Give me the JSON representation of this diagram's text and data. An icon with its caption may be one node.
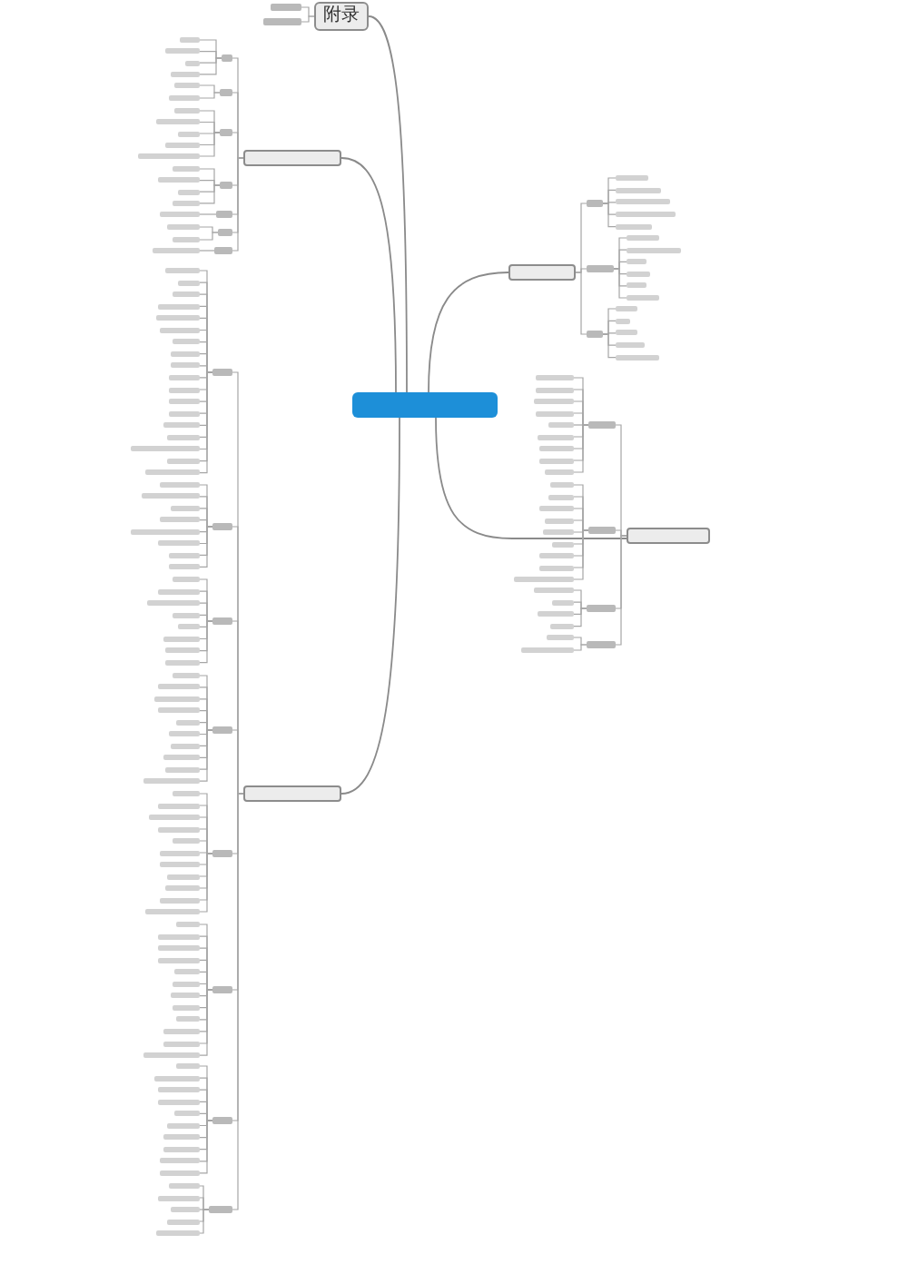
{
  "diagram": {
    "nodes": [
      {
        "text": [],
        "shape": "box"
      },
      {
        "text": [],
        "shape": "box"
      },
      {
        "text": [],
        "shape": "bar"
      },
      {
        "text": [],
        "shape": "bar"
      },
      {
        "text": [],
        "shape": "bar"
      },
      {
        "text": [],
        "shape": "bar"
      },
      {
        "text": [],
        "shape": "bar"
      },
      {
        "text": [],
        "shape": "bar"
      },
      {
        "text": [],
        "shape": "bar"
      },
      {
        "text": [],
        "shape": "bar"
      },
      {
        "text": [],
        "shape": "bar"
      },
      {
        "text": [],
        "shape": "bar"
      },
      {
        "text": [],
        "shape": "bar"
      },
      {
        "text": [],
        "shape": "bar"
      },
      {
        "text": [],
        "shape": "bar"
      },
      {
        "text": [],
        "shape": "bar"
      },
      {
        "text": [],
        "shape": "bar"
      },
      {
        "text": [],
        "shape": "bar"
      },
      {
        "text": [],
        "shape": "bar"
      },
      {
        "text": [],
        "shape": "bar"
      },
      {
        "text": [],
        "shape": "bar"
      },
      {
        "text": [],
        "shape": "box"
      },
      {
        "text": [],
        "shape": "bar"
      },
      {
        "text": [],
        "shape": "bar"
      },
      {
        "text": [],
        "shape": "bar"
      },
      {
        "text": [],
        "shape": "bar"
      },
      {
        "text": [],
        "shape": "bar"
      },
      {
        "text": [],
        "shape": "bar"
      },
      {
        "text": [],
        "shape": "bar"
      },
      {
        "text": [],
        "shape": "bar"
      },
      {
        "text": [],
        "shape": "bar"
      },
      {
        "text": [],
        "shape": "bar"
      },
      {
        "text": [],
        "shape": "bar"
      },
      {
        "text": [],
        "shape": "bar"
      },
      {
        "text": [],
        "shape": "bar"
      },
      {
        "text": [],
        "shape": "bar"
      },
      {
        "text": [],
        "shape": "bar"
      },
      {
        "text": [],
        "shape": "bar"
      },
      {
        "text": [],
        "shape": "bar"
      },
      {
        "text": [],
        "shape": "bar"
      },
      {
        "text": [],
        "shape": "bar"
      },
      {
        "text": [],
        "shape": "bar"
      },
      {
        "text": [],
        "shape": "bar"
      },
      {
        "text": [],
        "shape": "bar"
      },
      {
        "text": [],
        "shape": "bar"
      },
      {
        "text": [],
        "shape": "bar"
      },
      {
        "text": [],
        "shape": "bar"
      },
      {
        "text": [],
        "shape": "bar"
      },
      {
        "text": [],
        "shape": "bar"
      },
      {
        "text": [],
        "shape": "bar"
      },
      {
        "text": [],
        "shape": "box"
      },
      {
        "text": [],
        "shape": "bar"
      },
      {
        "text": [],
        "shape": "bar"
      },
      {
        "text": [],
        "shape": "bar"
      },
      {
        "text": [],
        "shape": "bar"
      },
      {
        "text": [],
        "shape": "bar"
      },
      {
        "text": [],
        "shape": "bar"
      },
      {
        "text": [],
        "shape": "bar"
      },
      {
        "text": [],
        "shape": "bar"
      },
      {
        "text": [],
        "shape": "bar"
      },
      {
        "text": [],
        "shape": "bar"
      },
      {
        "text": [],
        "shape": "bar"
      },
      {
        "text": [],
        "shape": "bar"
      },
      {
        "text": [],
        "shape": "bar"
      },
      {
        "text": [],
        "shape": "bar"
      },
      {
        "text": [],
        "shape": "bar"
      },
      {
        "text": [],
        "shape": "bar"
      },
      {
        "text": [],
        "shape": "bar"
      },
      {
        "text": [],
        "shape": "bar"
      },
      {
        "text": [],
        "shape": "bar"
      },
      {
        "text": [],
        "shape": "bar"
      },
      {
        "text": [],
        "shape": "bar"
      },
      {
        "text": [],
        "shape": "bar"
      },
      {
        "text": [],
        "shape": "bar"
      },
      {
        "text": [],
        "shape": "bar"
      },
      {
        "text": [],
        "shape": "bar"
      },
      {
        "text": [],
        "shape": "bar"
      },
      {
        "text": [],
        "shape": "bar"
      },
      {
        "text": [],
        "shape": "bar"
      },
      {
        "text": [],
        "shape": "bar"
      },
      {
        "text": [],
        "shape": "bar"
      },
      {
        "text": [],
        "shape": "bar"
      },
      {
        "text": [],
        "shape": "bar"
      },
      {
        "text": [],
        "shape": "bar"
      },
      {
        "text": [],
        "shape": "bar"
      },
      {
        "text": [],
        "shape": "bar"
      },
      {
        "text": [],
        "shape": "bar"
      },
      {
        "text": [],
        "shape": "bar"
      },
      {
        "text": [],
        "shape": "bar"
      },
      {
        "text": [],
        "shape": "bar"
      },
      {
        "text": [],
        "shape": "bar"
      },
      {
        "text": [],
        "shape": "bar"
      },
      {
        "text": [],
        "shape": "bar"
      },
      {
        "text": [],
        "shape": "bar"
      },
      {
        "text": [],
        "shape": "bar"
      },
      {
        "text": [],
        "shape": "bar"
      },
      {
        "text": [],
        "shape": "bar"
      },
      {
        "text": [],
        "shape": "bar"
      },
      {
        "text": [],
        "shape": "bar"
      },
      {
        "text": [],
        "shape": "bar"
      },
      {
        "text": [],
        "shape": "bar"
      },
      {
        "text": [],
        "shape": "bar"
      },
      {
        "text": [],
        "shape": "bar"
      },
      {
        "text": [],
        "shape": "bar"
      },
      {
        "text": [],
        "shape": "bar"
      },
      {
        "text": [],
        "shape": "bar"
      },
      {
        "text": [],
        "shape": "bar"
      },
      {
        "text": [],
        "shape": "bar"
      },
      {
        "text": [],
        "shape": "bar"
      },
      {
        "text": [],
        "shape": "bar"
      },
      {
        "text": [],
        "shape": "bar"
      },
      {
        "text": [],
        "shape": "bar"
      },
      {
        "text": [],
        "shape": "bar"
      },
      {
        "text": [],
        "shape": "bar"
      },
      {
        "text": [],
        "shape": "bar"
      },
      {
        "text": [],
        "shape": "bar"
      },
      {
        "text": [],
        "shape": "bar"
      },
      {
        "text": [],
        "shape": "bar"
      },
      {
        "text": [],
        "shape": "bar"
      },
      {
        "text": [],
        "shape": "bar"
      },
      {
        "text": [],
        "shape": "bar"
      },
      {
        "text": [],
        "shape": "bar"
      },
      {
        "text": [],
        "shape": "bar"
      },
      {
        "text": [],
        "shape": "bar"
      },
      {
        "text": [],
        "shape": "bar"
      },
      {
        "text": [],
        "shape": "bar"
      },
      {
        "text": [],
        "shape": "bar"
      },
      {
        "text": [],
        "shape": "bar"
      },
      {
        "text": [],
        "shape": "bar"
      },
      {
        "text": [],
        "shape": "bar"
      },
      {
        "text": [],
        "shape": "bar"
      },
      {
        "text": [],
        "shape": "bar"
      },
      {
        "text": [],
        "shape": "bar"
      },
      {
        "text": [],
        "shape": "bar"
      },
      {
        "text": [],
        "shape": "bar"
      },
      {
        "text": [],
        "shape": "bar"
      },
      {
        "text": [],
        "shape": "bar"
      },
      {
        "text": [],
        "shape": "bar"
      },
      {
        "text": [],
        "shape": "bar"
      },
      {
        "text": [],
        "shape": "bar"
      },
      {
        "text": [],
        "shape": "bar"
      },
      {
        "text": [],
        "shape": "box"
      },
      {
        "text": [],
        "shape": "bar"
      },
      {
        "text": [],
        "shape": "bar"
      },
      {
        "text": [],
        "shape": "bar"
      },
      {
        "text": [],
        "shape": "bar"
      },
      {
        "text": [],
        "shape": "bar"
      },
      {
        "text": [],
        "shape": "bar"
      },
      {
        "text": [],
        "shape": "bar"
      },
      {
        "text": [],
        "shape": "bar"
      },
      {
        "text": [],
        "shape": "bar"
      },
      {
        "text": [],
        "shape": "bar"
      },
      {
        "text": [],
        "shape": "bar"
      },
      {
        "text": [],
        "shape": "bar"
      },
      {
        "text": [],
        "shape": "bar"
      },
      {
        "text": [],
        "shape": "bar"
      },
      {
        "text": [],
        "shape": "bar"
      },
      {
        "text": [],
        "shape": "bar"
      },
      {
        "text": [],
        "shape": "bar"
      },
      {
        "text": [],
        "shape": "bar"
      },
      {
        "text": [],
        "shape": "bar"
      },
      {
        "text": [],
        "shape": "bar"
      },
      {
        "text": [],
        "shape": "bar"
      },
      {
        "text": [],
        "shape": "bar"
      },
      {
        "text": [],
        "shape": "bar"
      },
      {
        "text": [],
        "shape": "bar"
      },
      {
        "text": [],
        "shape": "bar"
      },
      {
        "text": [],
        "shape": "bar"
      },
      {
        "text": [
          "附录"
        ]
      },
      {
        "text": [],
        "shape": "bar"
      },
      {
        "text": [],
        "shape": "bar"
      }
    ],
    "edges": [
      {
        "from": 0,
        "to": 1,
        "arrow": "none"
      },
      {
        "from": 1,
        "to": 2,
        "arrow": "none"
      },
      {
        "from": 2,
        "to": 3,
        "arrow": "none"
      },
      {
        "from": 2,
        "to": 4,
        "arrow": "none"
      },
      {
        "from": 2,
        "to": 5,
        "arrow": "none"
      },
      {
        "from": 2,
        "to": 6,
        "arrow": "none"
      },
      {
        "from": 2,
        "to": 7,
        "arrow": "none"
      },
      {
        "from": 1,
        "to": 8,
        "arrow": "none"
      },
      {
        "from": 8,
        "to": 9,
        "arrow": "none"
      },
      {
        "from": 8,
        "to": 10,
        "arrow": "none"
      },
      {
        "from": 8,
        "to": 11,
        "arrow": "none"
      },
      {
        "from": 8,
        "to": 12,
        "arrow": "none"
      },
      {
        "from": 8,
        "to": 13,
        "arrow": "none"
      },
      {
        "from": 8,
        "to": 14,
        "arrow": "none"
      },
      {
        "from": 1,
        "to": 15,
        "arrow": "none"
      },
      {
        "from": 15,
        "to": 16,
        "arrow": "none"
      },
      {
        "from": 15,
        "to": 17,
        "arrow": "none"
      },
      {
        "from": 15,
        "to": 18,
        "arrow": "none"
      },
      {
        "from": 15,
        "to": 19,
        "arrow": "none"
      },
      {
        "from": 15,
        "to": 20,
        "arrow": "none"
      },
      {
        "from": 0,
        "to": 21,
        "arrow": "none"
      },
      {
        "from": 21,
        "to": 22,
        "arrow": "none"
      },
      {
        "from": 22,
        "to": 23,
        "arrow": "none"
      },
      {
        "from": 22,
        "to": 24,
        "arrow": "none"
      },
      {
        "from": 22,
        "to": 25,
        "arrow": "none"
      },
      {
        "from": 22,
        "to": 26,
        "arrow": "none"
      },
      {
        "from": 22,
        "to": 27,
        "arrow": "none"
      },
      {
        "from": 22,
        "to": 28,
        "arrow": "none"
      },
      {
        "from": 22,
        "to": 29,
        "arrow": "none"
      },
      {
        "from": 22,
        "to": 30,
        "arrow": "none"
      },
      {
        "from": 22,
        "to": 31,
        "arrow": "none"
      },
      {
        "from": 21,
        "to": 32,
        "arrow": "none"
      },
      {
        "from": 32,
        "to": 33,
        "arrow": "none"
      },
      {
        "from": 32,
        "to": 34,
        "arrow": "none"
      },
      {
        "from": 32,
        "to": 35,
        "arrow": "none"
      },
      {
        "from": 32,
        "to": 36,
        "arrow": "none"
      },
      {
        "from": 32,
        "to": 37,
        "arrow": "none"
      },
      {
        "from": 32,
        "to": 38,
        "arrow": "none"
      },
      {
        "from": 32,
        "to": 39,
        "arrow": "none"
      },
      {
        "from": 32,
        "to": 40,
        "arrow": "none"
      },
      {
        "from": 32,
        "to": 41,
        "arrow": "none"
      },
      {
        "from": 21,
        "to": 42,
        "arrow": "none"
      },
      {
        "from": 42,
        "to": 43,
        "arrow": "none"
      },
      {
        "from": 42,
        "to": 44,
        "arrow": "none"
      },
      {
        "from": 42,
        "to": 45,
        "arrow": "none"
      },
      {
        "from": 42,
        "to": 46,
        "arrow": "none"
      },
      {
        "from": 21,
        "to": 47,
        "arrow": "none"
      },
      {
        "from": 47,
        "to": 48,
        "arrow": "none"
      },
      {
        "from": 47,
        "to": 49,
        "arrow": "none"
      },
      {
        "from": 0,
        "to": 50,
        "arrow": "none"
      },
      {
        "from": 50,
        "to": 51,
        "arrow": "none"
      },
      {
        "from": 51,
        "to": 52,
        "arrow": "none"
      },
      {
        "from": 51,
        "to": 53,
        "arrow": "none"
      },
      {
        "from": 51,
        "to": 54,
        "arrow": "none"
      },
      {
        "from": 51,
        "to": 55,
        "arrow": "none"
      },
      {
        "from": 51,
        "to": 56,
        "arrow": "none"
      },
      {
        "from": 51,
        "to": 57,
        "arrow": "none"
      },
      {
        "from": 51,
        "to": 58,
        "arrow": "none"
      },
      {
        "from": 51,
        "to": 59,
        "arrow": "none"
      },
      {
        "from": 51,
        "to": 60,
        "arrow": "none"
      },
      {
        "from": 51,
        "to": 61,
        "arrow": "none"
      },
      {
        "from": 51,
        "to": 62,
        "arrow": "none"
      },
      {
        "from": 51,
        "to": 63,
        "arrow": "none"
      },
      {
        "from": 51,
        "to": 64,
        "arrow": "none"
      },
      {
        "from": 51,
        "to": 65,
        "arrow": "none"
      },
      {
        "from": 51,
        "to": 66,
        "arrow": "none"
      },
      {
        "from": 51,
        "to": 67,
        "arrow": "none"
      },
      {
        "from": 51,
        "to": 68,
        "arrow": "none"
      },
      {
        "from": 51,
        "to": 69,
        "arrow": "none"
      },
      {
        "from": 50,
        "to": 70,
        "arrow": "none"
      },
      {
        "from": 70,
        "to": 71,
        "arrow": "none"
      },
      {
        "from": 70,
        "to": 72,
        "arrow": "none"
      },
      {
        "from": 70,
        "to": 73,
        "arrow": "none"
      },
      {
        "from": 70,
        "to": 74,
        "arrow": "none"
      },
      {
        "from": 70,
        "to": 75,
        "arrow": "none"
      },
      {
        "from": 70,
        "to": 76,
        "arrow": "none"
      },
      {
        "from": 70,
        "to": 77,
        "arrow": "none"
      },
      {
        "from": 70,
        "to": 78,
        "arrow": "none"
      },
      {
        "from": 50,
        "to": 79,
        "arrow": "none"
      },
      {
        "from": 79,
        "to": 80,
        "arrow": "none"
      },
      {
        "from": 79,
        "to": 81,
        "arrow": "none"
      },
      {
        "from": 79,
        "to": 82,
        "arrow": "none"
      },
      {
        "from": 79,
        "to": 83,
        "arrow": "none"
      },
      {
        "from": 79,
        "to": 84,
        "arrow": "none"
      },
      {
        "from": 79,
        "to": 85,
        "arrow": "none"
      },
      {
        "from": 79,
        "to": 86,
        "arrow": "none"
      },
      {
        "from": 79,
        "to": 87,
        "arrow": "none"
      },
      {
        "from": 50,
        "to": 88,
        "arrow": "none"
      },
      {
        "from": 88,
        "to": 89,
        "arrow": "none"
      },
      {
        "from": 88,
        "to": 90,
        "arrow": "none"
      },
      {
        "from": 88,
        "to": 91,
        "arrow": "none"
      },
      {
        "from": 88,
        "to": 92,
        "arrow": "none"
      },
      {
        "from": 88,
        "to": 93,
        "arrow": "none"
      },
      {
        "from": 88,
        "to": 94,
        "arrow": "none"
      },
      {
        "from": 88,
        "to": 95,
        "arrow": "none"
      },
      {
        "from": 88,
        "to": 96,
        "arrow": "none"
      },
      {
        "from": 88,
        "to": 97,
        "arrow": "none"
      },
      {
        "from": 88,
        "to": 98,
        "arrow": "none"
      },
      {
        "from": 50,
        "to": 99,
        "arrow": "none"
      },
      {
        "from": 99,
        "to": 100,
        "arrow": "none"
      },
      {
        "from": 99,
        "to": 101,
        "arrow": "none"
      },
      {
        "from": 99,
        "to": 102,
        "arrow": "none"
      },
      {
        "from": 99,
        "to": 103,
        "arrow": "none"
      },
      {
        "from": 99,
        "to": 104,
        "arrow": "none"
      },
      {
        "from": 99,
        "to": 105,
        "arrow": "none"
      },
      {
        "from": 99,
        "to": 106,
        "arrow": "none"
      },
      {
        "from": 99,
        "to": 107,
        "arrow": "none"
      },
      {
        "from": 99,
        "to": 108,
        "arrow": "none"
      },
      {
        "from": 99,
        "to": 109,
        "arrow": "none"
      },
      {
        "from": 99,
        "to": 110,
        "arrow": "none"
      },
      {
        "from": 50,
        "to": 111,
        "arrow": "none"
      },
      {
        "from": 111,
        "to": 112,
        "arrow": "none"
      },
      {
        "from": 111,
        "to": 113,
        "arrow": "none"
      },
      {
        "from": 111,
        "to": 114,
        "arrow": "none"
      },
      {
        "from": 111,
        "to": 115,
        "arrow": "none"
      },
      {
        "from": 111,
        "to": 116,
        "arrow": "none"
      },
      {
        "from": 111,
        "to": 117,
        "arrow": "none"
      },
      {
        "from": 111,
        "to": 118,
        "arrow": "none"
      },
      {
        "from": 111,
        "to": 119,
        "arrow": "none"
      },
      {
        "from": 111,
        "to": 120,
        "arrow": "none"
      },
      {
        "from": 111,
        "to": 121,
        "arrow": "none"
      },
      {
        "from": 111,
        "to": 122,
        "arrow": "none"
      },
      {
        "from": 111,
        "to": 123,
        "arrow": "none"
      },
      {
        "from": 50,
        "to": 124,
        "arrow": "none"
      },
      {
        "from": 124,
        "to": 125,
        "arrow": "none"
      },
      {
        "from": 124,
        "to": 126,
        "arrow": "none"
      },
      {
        "from": 124,
        "to": 127,
        "arrow": "none"
      },
      {
        "from": 124,
        "to": 128,
        "arrow": "none"
      },
      {
        "from": 124,
        "to": 129,
        "arrow": "none"
      },
      {
        "from": 124,
        "to": 130,
        "arrow": "none"
      },
      {
        "from": 124,
        "to": 131,
        "arrow": "none"
      },
      {
        "from": 124,
        "to": 132,
        "arrow": "none"
      },
      {
        "from": 124,
        "to": 133,
        "arrow": "none"
      },
      {
        "from": 124,
        "to": 134,
        "arrow": "none"
      },
      {
        "from": 50,
        "to": 135,
        "arrow": "none"
      },
      {
        "from": 135,
        "to": 136,
        "arrow": "none"
      },
      {
        "from": 135,
        "to": 137,
        "arrow": "none"
      },
      {
        "from": 135,
        "to": 138,
        "arrow": "none"
      },
      {
        "from": 135,
        "to": 139,
        "arrow": "none"
      },
      {
        "from": 135,
        "to": 140,
        "arrow": "none"
      },
      {
        "from": 0,
        "to": 141,
        "arrow": "none"
      },
      {
        "from": 141,
        "to": 142,
        "arrow": "none"
      },
      {
        "from": 142,
        "to": 143,
        "arrow": "none"
      },
      {
        "from": 142,
        "to": 144,
        "arrow": "none"
      },
      {
        "from": 142,
        "to": 145,
        "arrow": "none"
      },
      {
        "from": 142,
        "to": 146,
        "arrow": "none"
      },
      {
        "from": 141,
        "to": 147,
        "arrow": "none"
      },
      {
        "from": 147,
        "to": 148,
        "arrow": "none"
      },
      {
        "from": 147,
        "to": 149,
        "arrow": "none"
      },
      {
        "from": 141,
        "to": 150,
        "arrow": "none"
      },
      {
        "from": 150,
        "to": 151,
        "arrow": "none"
      },
      {
        "from": 150,
        "to": 152,
        "arrow": "none"
      },
      {
        "from": 150,
        "to": 153,
        "arrow": "none"
      },
      {
        "from": 150,
        "to": 154,
        "arrow": "none"
      },
      {
        "from": 150,
        "to": 155,
        "arrow": "none"
      },
      {
        "from": 141,
        "to": 156,
        "arrow": "none"
      },
      {
        "from": 156,
        "to": 157,
        "arrow": "none"
      },
      {
        "from": 156,
        "to": 158,
        "arrow": "none"
      },
      {
        "from": 156,
        "to": 159,
        "arrow": "none"
      },
      {
        "from": 156,
        "to": 160,
        "arrow": "none"
      },
      {
        "from": 141,
        "to": 161,
        "arrow": "none"
      },
      {
        "from": 161,
        "to": 162,
        "arrow": "none"
      },
      {
        "from": 141,
        "to": 163,
        "arrow": "none"
      },
      {
        "from": 163,
        "to": 164,
        "arrow": "none"
      },
      {
        "from": 163,
        "to": 165,
        "arrow": "none"
      },
      {
        "from": 141,
        "to": 166,
        "arrow": "none"
      },
      {
        "from": 166,
        "to": 167,
        "arrow": "none"
      },
      {
        "from": 0,
        "to": 168,
        "arrow": "none"
      },
      {
        "from": 168,
        "to": 169,
        "arrow": "none"
      },
      {
        "from": 168,
        "to": 170,
        "arrow": "none"
      }
    ]
  }
}
